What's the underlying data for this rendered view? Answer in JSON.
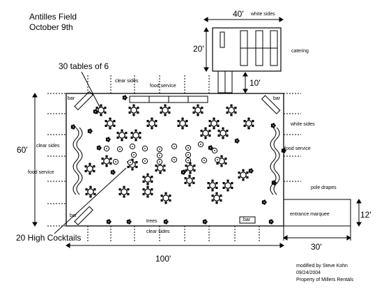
{
  "header": {
    "title": "Antilles Field",
    "date": "October 9th"
  },
  "dimensions": {
    "tent_width": "40'",
    "tent_depth": "20'",
    "tent_gap": "10'",
    "field_height": "60'",
    "field_width": "100'",
    "marquee_height": "12'",
    "marquee_width": "30'"
  },
  "labels": {
    "white_sides_top": "white sides",
    "catering": "catering",
    "tables_callout": "30 tables of 6",
    "clear_sides_top": "clear sides",
    "food_service_top": "food service",
    "bar_top_left": "bar",
    "bar_top_right": "bar",
    "clear_sides_left": "clear sides",
    "food_service_left": "food service",
    "white_sides_right": "white sides",
    "food_service_right": "food service",
    "pole_drapes": "pole drapes",
    "entrance_marquee": "entrance marquee",
    "trees": "trees",
    "clear_sides_bottom": "clear sides",
    "bar_bottom_left": "bar",
    "bar_bottom_right": "bar",
    "cocktails_callout": "20 High Cocktails"
  },
  "credits": {
    "line1": "modified by Steve Kohn",
    "line2": "09/24/2004",
    "line3": "Property of Millers Rentals"
  },
  "counts": {
    "tables": 30,
    "seats_per_table": 6,
    "high_cocktails": 20
  }
}
